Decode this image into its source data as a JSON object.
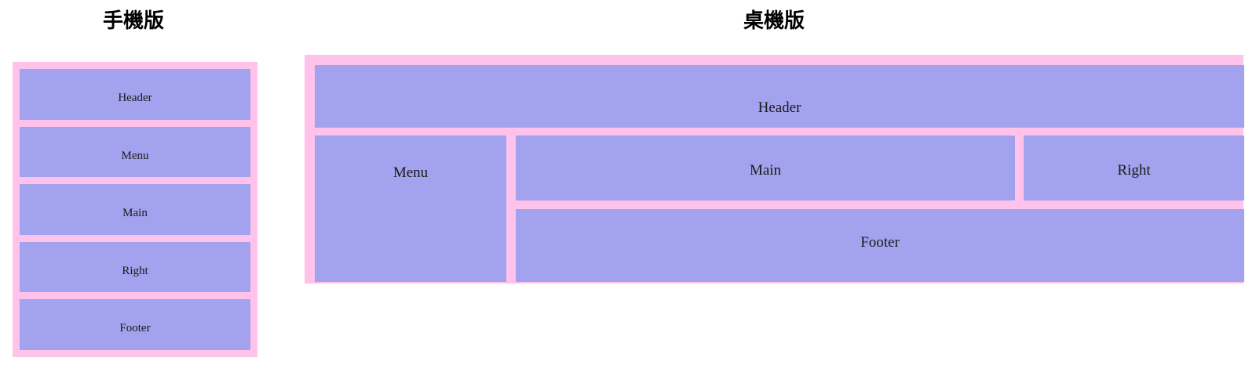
{
  "page": {
    "background": "#ffffff"
  },
  "colors": {
    "gutter_pink": "#ffc2ea",
    "cell_purple": "#a2a2ee",
    "text": "#1a1a1a",
    "title_text": "#000000"
  },
  "mobile": {
    "title": "手機版",
    "cells": [
      {
        "label": "Header"
      },
      {
        "label": "Menu"
      },
      {
        "label": "Main"
      },
      {
        "label": "Right"
      },
      {
        "label": "Footer"
      }
    ]
  },
  "desktop": {
    "title": "桌機版",
    "cells": {
      "header": "Header",
      "menu": "Menu",
      "main": "Main",
      "right": "Right",
      "footer": "Footer"
    }
  }
}
